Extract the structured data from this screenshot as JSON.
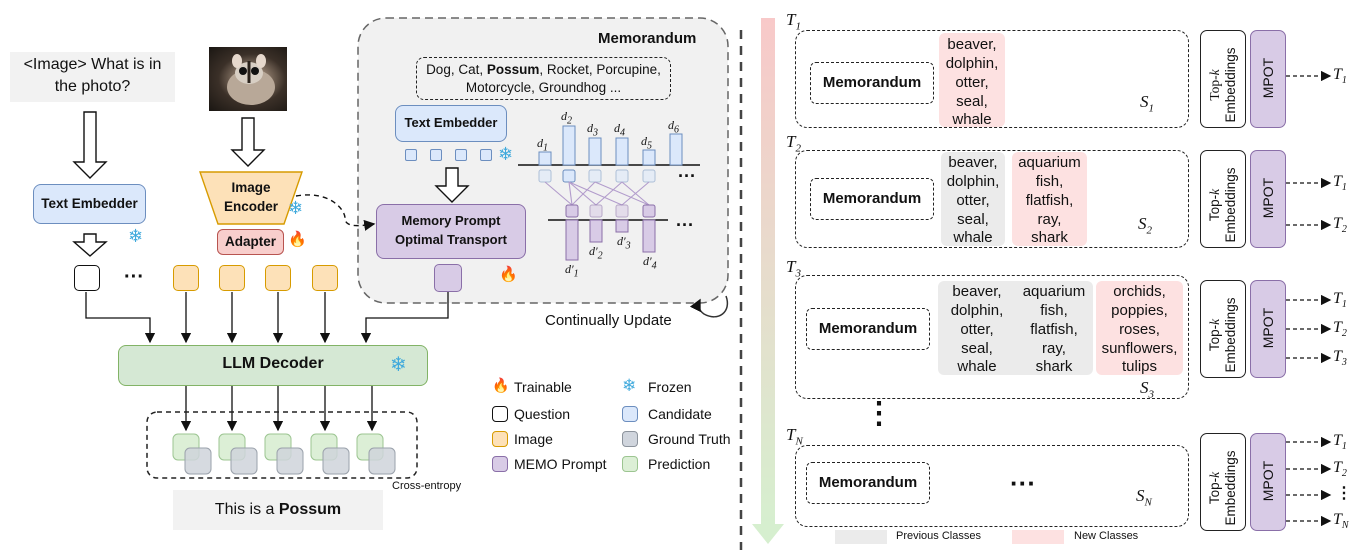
{
  "colors": {
    "candidate": "#dbe8fb",
    "candidate_border": "#6c8ebf",
    "ground_truth": "#d0d5dd",
    "prediction": "#dcefd6",
    "image_token": "#fde1b8",
    "image_token_border": "#d79b00",
    "memo_prompt": "#d8cbe6",
    "memo_prompt_border": "#8a6fa8",
    "llm_decoder": "#d5e8d4",
    "adapter": "#f8cecc",
    "previous_classes": "#ebebeb",
    "new_classes": "#fde1e1"
  },
  "left": {
    "question_text": [
      "<Image> What is in",
      "the photo?"
    ],
    "text_embedder": "Text Embedder",
    "image_encoder": [
      "Image",
      "Encoder"
    ],
    "adapter": "Adapter",
    "ellipsis": "···",
    "llm_decoder": "LLM Decoder",
    "cross_entropy": "Cross-entropy",
    "answer_prefix": "This is a ",
    "answer_bold": "Possum"
  },
  "memorandum_panel": {
    "title": "Memorandum",
    "classes_line1_a": "Dog, Cat, ",
    "classes_line1_bold": "Possum",
    "classes_line1_b": ", Rocket, Porcupine,",
    "classes_line2": "Motorcycle, Groundhog ...",
    "text_embedder": "Text Embedder",
    "mpot": [
      "Memory Prompt",
      "Optimal Transport"
    ],
    "d_labels": [
      "d1",
      "d2",
      "d3",
      "d4",
      "d5",
      "d6"
    ],
    "dprime_labels": [
      "d′1",
      "d′2",
      "d′3",
      "d′4"
    ],
    "ellipsis": "···",
    "update_label": "Continually Update"
  },
  "legend": {
    "trainable": "Trainable",
    "frozen": "Frozen",
    "question": "Question",
    "candidate": "Candidate",
    "image": "Image",
    "ground_truth": "Ground Truth",
    "memo_prompt": "MEMO Prompt",
    "prediction": "Prediction"
  },
  "right": {
    "stages": [
      {
        "task": "T1",
        "memo": "Memorandum",
        "set": "S1",
        "groups": [
          {
            "kind": "new",
            "items": [
              "beaver,",
              "dolphin,",
              "otter,",
              "seal,",
              "whale"
            ]
          }
        ],
        "outputs": [
          "T1"
        ]
      },
      {
        "task": "T2",
        "memo": "Memorandum",
        "set": "S2",
        "groups": [
          {
            "kind": "prev",
            "items": [
              "beaver,",
              "dolphin,",
              "otter,",
              "seal,",
              "whale"
            ]
          },
          {
            "kind": "new",
            "items": [
              "aquarium",
              "fish,",
              "flatfish,",
              "ray,",
              "shark"
            ]
          }
        ],
        "outputs": [
          "T1",
          "T2"
        ]
      },
      {
        "task": "T3",
        "memo": "Memorandum",
        "set": "S3",
        "groups": [
          {
            "kind": "prev",
            "items": [
              "beaver,",
              "dolphin,",
              "otter,",
              "seal,",
              "whale"
            ]
          },
          {
            "kind": "prev",
            "items": [
              "aquarium",
              "fish,",
              "flatfish,",
              "ray,",
              "shark"
            ]
          },
          {
            "kind": "new",
            "items": [
              "orchids,",
              "poppies,",
              "roses,",
              "sunflowers,",
              "tulips"
            ]
          }
        ],
        "outputs": [
          "T1",
          "T2",
          "T3"
        ]
      },
      {
        "task": "TN",
        "memo": "Memorandum",
        "set": "SN",
        "groups": [],
        "ellipsis": "···",
        "outputs": [
          "T1",
          "T2",
          "⋮",
          "TN"
        ]
      }
    ],
    "topk": [
      "Top-k",
      "Embeddings"
    ],
    "mpot_short": "MPOT",
    "vdots": "⋮",
    "legend_previous": "Previous Classes",
    "legend_new": "New Classes"
  }
}
